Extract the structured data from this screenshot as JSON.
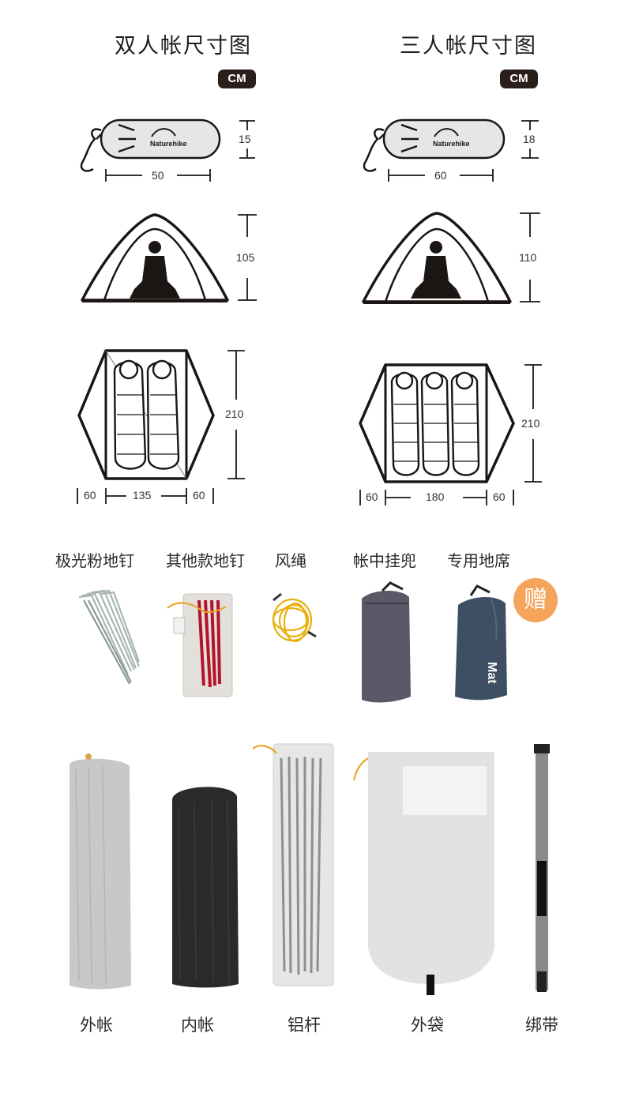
{
  "left": {
    "title": "双人帐尺寸图",
    "unit": "CM",
    "bag_length": "50",
    "bag_height": "15",
    "tent_height": "105",
    "floor_length": "210",
    "vestibule_left": "60",
    "floor_width": "135",
    "vestibule_right": "60"
  },
  "right": {
    "title": "三人帐尺寸图",
    "unit": "CM",
    "bag_length": "60",
    "bag_height": "18",
    "tent_height": "110",
    "floor_length": "210",
    "vestibule_left": "60",
    "floor_width": "180",
    "vestibule_right": "60"
  },
  "bag_brand": "Naturehike",
  "accessories": [
    {
      "label": "极光粉地钉"
    },
    {
      "label": "其他款地钉"
    },
    {
      "label": "风绳"
    },
    {
      "label": "帐中挂兜"
    },
    {
      "label": "专用地席"
    }
  ],
  "gift_badge": "赠",
  "mat_bag_text": "Mat",
  "parts": [
    {
      "label": "外帐"
    },
    {
      "label": "内帐"
    },
    {
      "label": "铝杆"
    },
    {
      "label": "外袋"
    },
    {
      "label": "绑带"
    }
  ],
  "colors": {
    "badge_bg": "#2b1f1c",
    "gift_orange": "#f5a55b",
    "stuff_sack_grey": "#d9d9d9",
    "line": "#1b1614"
  }
}
